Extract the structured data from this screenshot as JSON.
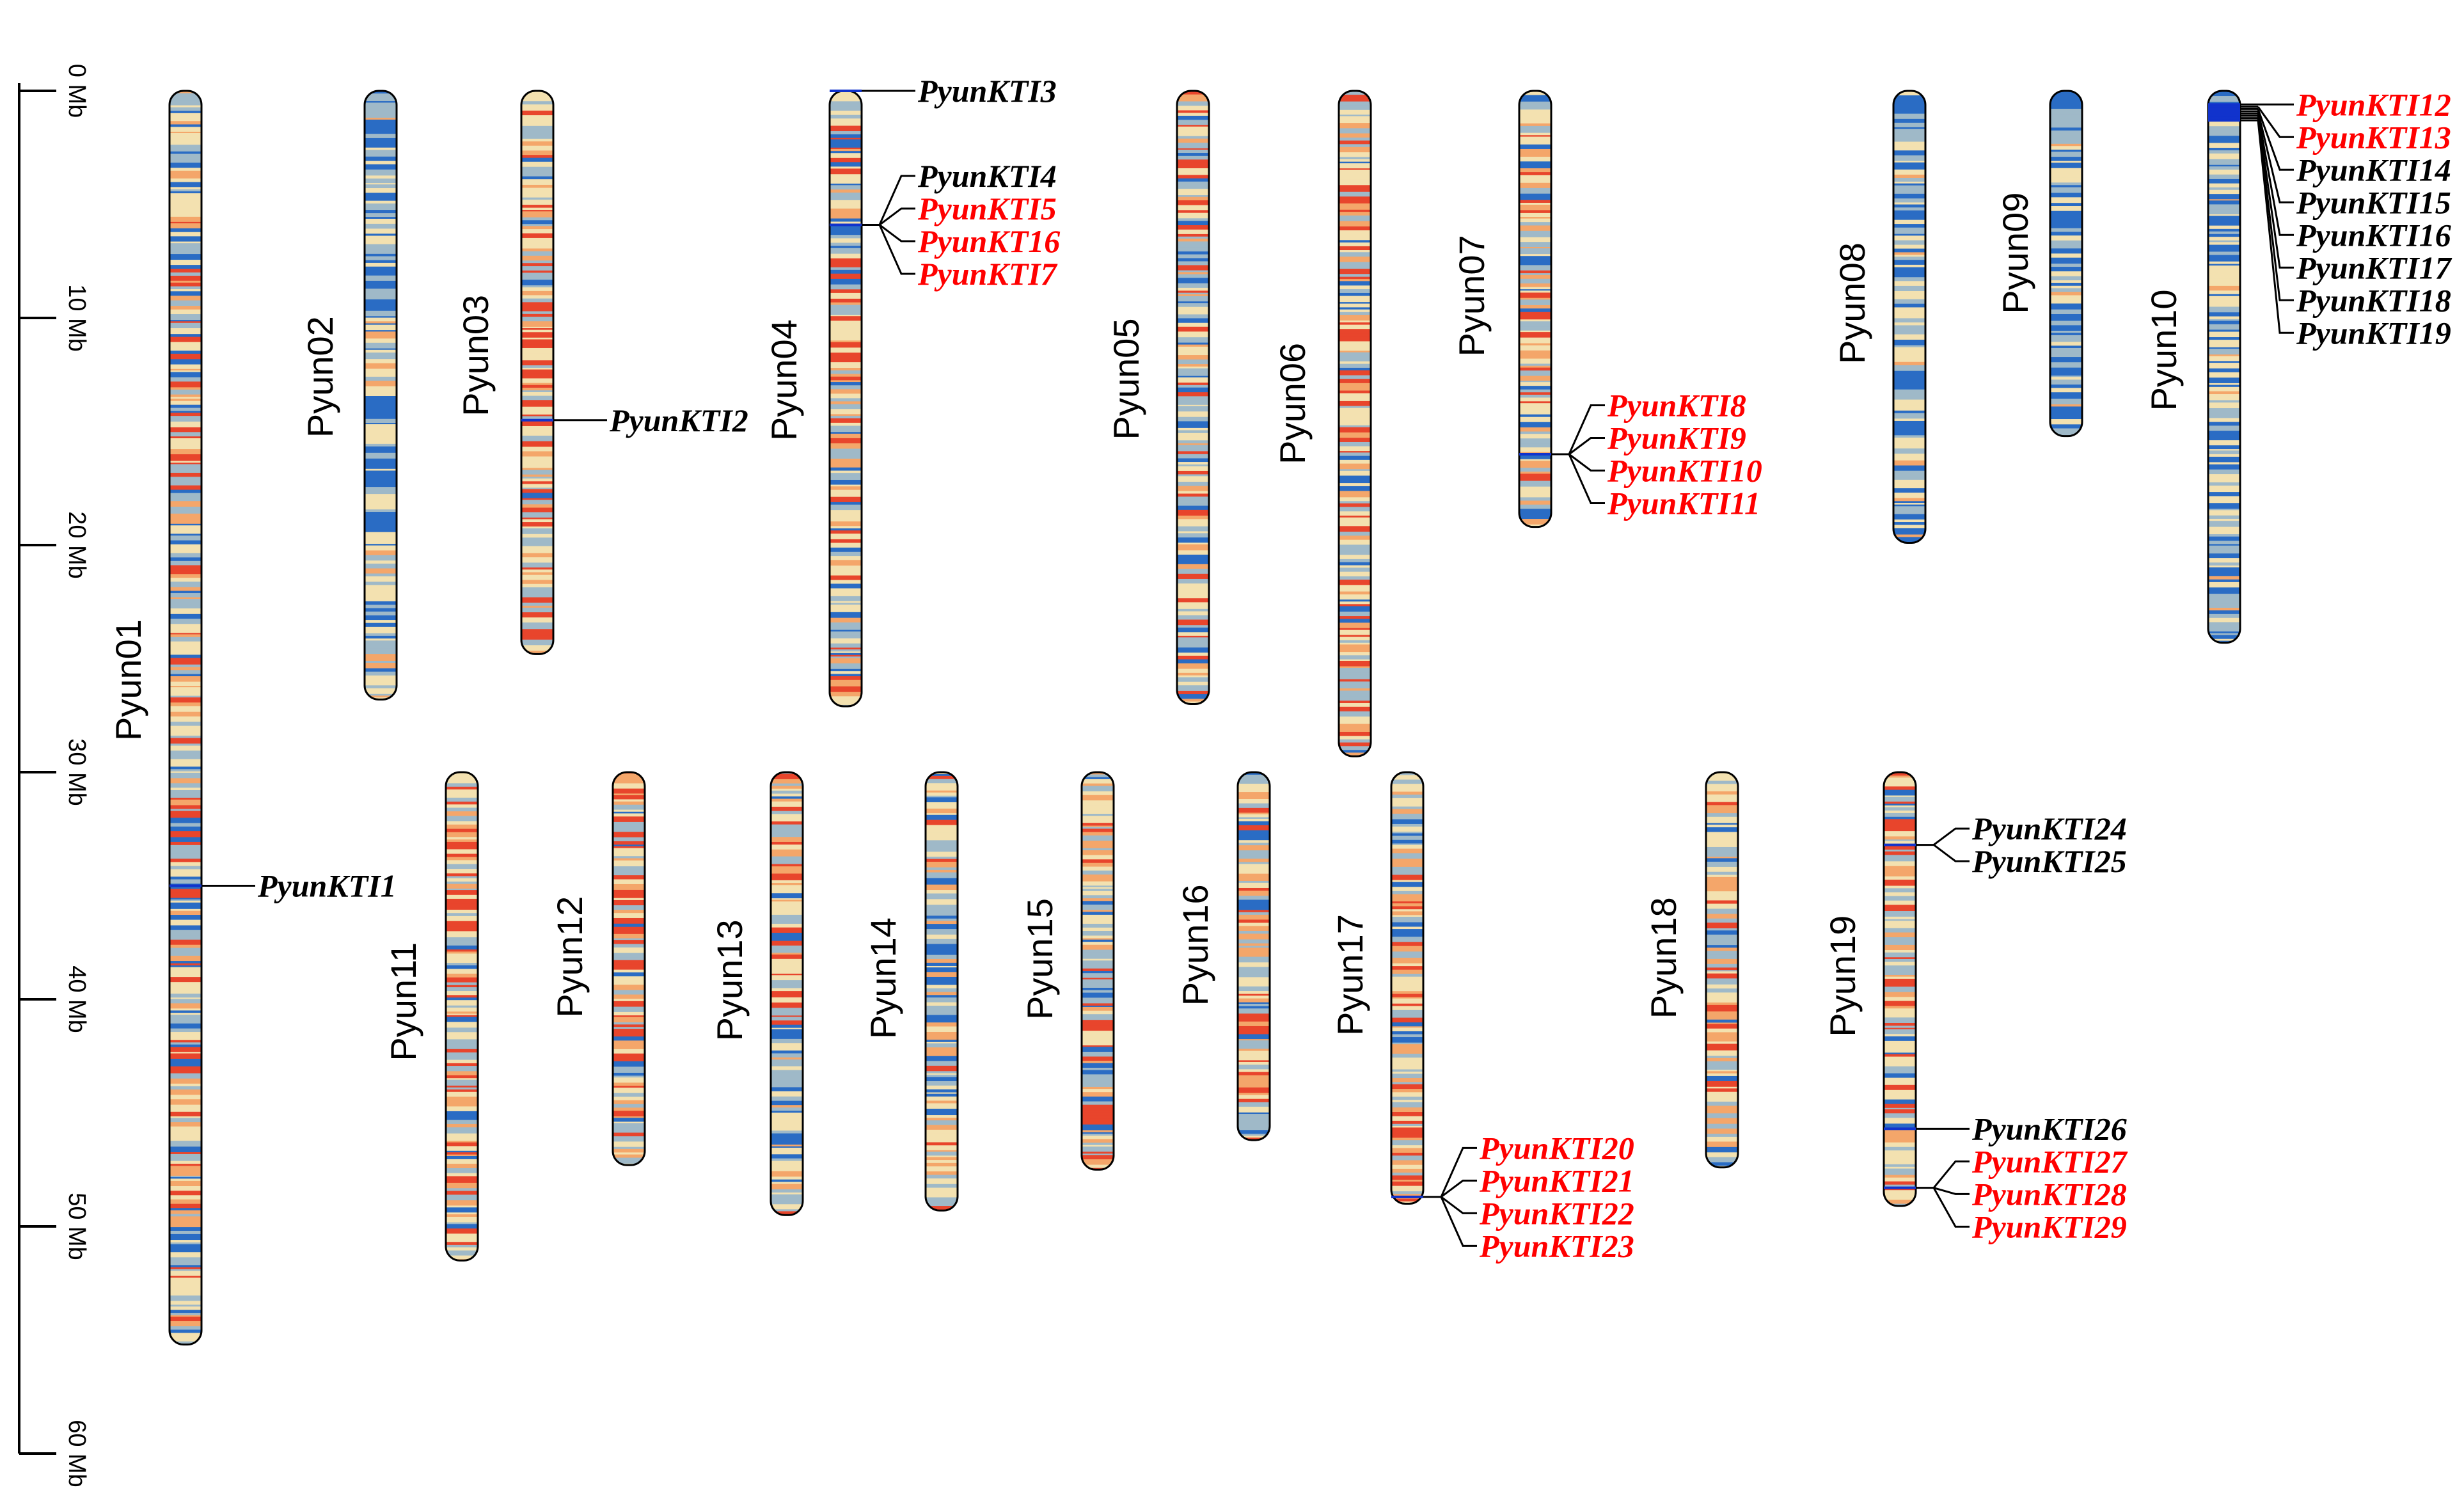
{
  "axis": {
    "unit": "Mb",
    "ticks": [
      {
        "label": "0 Mb",
        "value": 0
      },
      {
        "label": "10 Mb",
        "value": 10
      },
      {
        "label": "20 Mb",
        "value": 20
      },
      {
        "label": "30 Mb",
        "value": 30
      },
      {
        "label": "40 Mb",
        "value": 40
      },
      {
        "label": "50 Mb",
        "value": 50
      },
      {
        "label": "60 Mb",
        "value": 60
      }
    ]
  },
  "colors": {
    "high_density": "#e8452c",
    "mid_high": "#f4a66a",
    "middle": "#f3e1b0",
    "low_mid": "#9fb9c8",
    "low_density": "#2a6cc4",
    "highlight_gene": "#ff0000",
    "normal_gene": "#000000",
    "marker_line": "#1133cc"
  },
  "chromosomes": [
    {
      "name": "Pyun01",
      "length": 55.2,
      "bias": 0.25
    },
    {
      "name": "Pyun02",
      "length": 26.8,
      "bias": -0.35
    },
    {
      "name": "Pyun03",
      "length": 24.8,
      "bias": 0.55
    },
    {
      "name": "Pyun04",
      "length": 27.1,
      "bias": 0.25
    },
    {
      "name": "Pyun05",
      "length": 27.0,
      "bias": 0.3
    },
    {
      "name": "Pyun06",
      "length": 29.3,
      "bias": 0.35
    },
    {
      "name": "Pyun07",
      "length": 19.2,
      "bias": 0.2
    },
    {
      "name": "Pyun08",
      "length": 19.9,
      "bias": -0.5
    },
    {
      "name": "Pyun09",
      "length": 15.2,
      "bias": -0.45
    },
    {
      "name": "Pyun10",
      "length": 24.3,
      "bias": -0.45
    },
    {
      "name": "Pyun11",
      "length": 21.5,
      "bias": 0.35
    },
    {
      "name": "Pyun12",
      "length": 17.3,
      "bias": 0.5
    },
    {
      "name": "Pyun13",
      "length": 19.5,
      "bias": 0.25
    },
    {
      "name": "Pyun14",
      "length": 19.3,
      "bias": 0.05
    },
    {
      "name": "Pyun15",
      "length": 17.5,
      "bias": 0.3
    },
    {
      "name": "Pyun16",
      "length": 16.2,
      "bias": 0.35
    },
    {
      "name": "Pyun17",
      "length": 19.0,
      "bias": 0.3
    },
    {
      "name": "Pyun18",
      "length": 17.4,
      "bias": 0.2
    },
    {
      "name": "Pyun19",
      "length": 19.1,
      "bias": 0.4
    }
  ],
  "genes": [
    {
      "name": "PyunKTI1",
      "chromosome": "Pyun01",
      "position_mb": 35.0,
      "highlighted": false
    },
    {
      "name": "PyunKTI2",
      "chromosome": "Pyun03",
      "position_mb": 14.5,
      "highlighted": false
    },
    {
      "name": "PyunKTI3",
      "chromosome": "Pyun04",
      "position_mb": 0.0,
      "highlighted": false
    },
    {
      "name": "PyunKTI4",
      "chromosome": "Pyun04",
      "position_mb": 5.9,
      "highlighted": false
    },
    {
      "name": "PyunKTI5",
      "chromosome": "Pyun04",
      "position_mb": 5.9,
      "highlighted": true
    },
    {
      "name": "PyunKT16",
      "chromosome": "Pyun04",
      "position_mb": 5.9,
      "highlighted": true
    },
    {
      "name": "PyunKTI7",
      "chromosome": "Pyun04",
      "position_mb": 5.9,
      "highlighted": true
    },
    {
      "name": "PyunKTI8",
      "chromosome": "Pyun07",
      "position_mb": 16.0,
      "highlighted": true
    },
    {
      "name": "PyunKTI9",
      "chromosome": "Pyun07",
      "position_mb": 16.0,
      "highlighted": true
    },
    {
      "name": "PyunKTI10",
      "chromosome": "Pyun07",
      "position_mb": 16.0,
      "highlighted": true
    },
    {
      "name": "PyunKTI11",
      "chromosome": "Pyun07",
      "position_mb": 16.0,
      "highlighted": true
    },
    {
      "name": "PyunKTI12",
      "chromosome": "Pyun10",
      "position_mb": 0.6,
      "highlighted": true
    },
    {
      "name": "PyunKTI13",
      "chromosome": "Pyun10",
      "position_mb": 0.7,
      "highlighted": true
    },
    {
      "name": "PyunKTI14",
      "chromosome": "Pyun10",
      "position_mb": 0.8,
      "highlighted": false
    },
    {
      "name": "PyunKTI15",
      "chromosome": "Pyun10",
      "position_mb": 0.9,
      "highlighted": false
    },
    {
      "name": "PyunKTI16",
      "chromosome": "Pyun10",
      "position_mb": 1.0,
      "highlighted": false
    },
    {
      "name": "PyunKTI17",
      "chromosome": "Pyun10",
      "position_mb": 1.1,
      "highlighted": false
    },
    {
      "name": "PyunKTI18",
      "chromosome": "Pyun10",
      "position_mb": 1.2,
      "highlighted": false
    },
    {
      "name": "PyunKTI19",
      "chromosome": "Pyun10",
      "position_mb": 1.3,
      "highlighted": false
    },
    {
      "name": "PyunKTI20",
      "chromosome": "Pyun17",
      "position_mb": 18.7,
      "highlighted": true
    },
    {
      "name": "PyunKTI21",
      "chromosome": "Pyun17",
      "position_mb": 18.7,
      "highlighted": true
    },
    {
      "name": "PyunKTI22",
      "chromosome": "Pyun17",
      "position_mb": 18.7,
      "highlighted": true
    },
    {
      "name": "PyunKTI23",
      "chromosome": "Pyun17",
      "position_mb": 18.7,
      "highlighted": true
    },
    {
      "name": "PyunKTI24",
      "chromosome": "Pyun19",
      "position_mb": 3.2,
      "highlighted": false
    },
    {
      "name": "PyunKTI25",
      "chromosome": "Pyun19",
      "position_mb": 3.2,
      "highlighted": false
    },
    {
      "name": "PyunKTI26",
      "chromosome": "Pyun19",
      "position_mb": 15.7,
      "highlighted": false
    },
    {
      "name": "PyunKTI27",
      "chromosome": "Pyun19",
      "position_mb": 18.3,
      "highlighted": true
    },
    {
      "name": "PyunKTI28",
      "chromosome": "Pyun19",
      "position_mb": 18.3,
      "highlighted": true
    },
    {
      "name": "PyunKTI29",
      "chromosome": "Pyun19",
      "position_mb": 18.3,
      "highlighted": true
    }
  ]
}
